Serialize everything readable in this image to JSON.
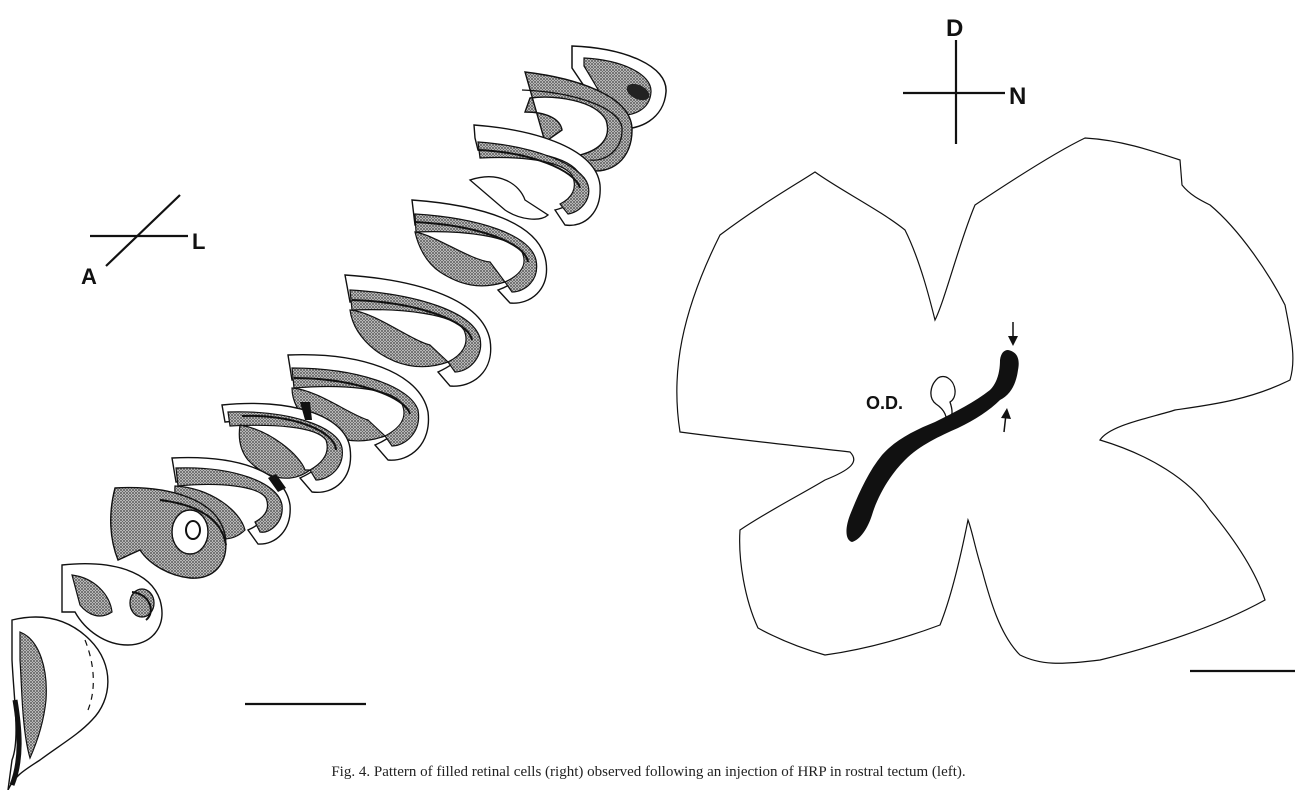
{
  "figure": {
    "left_panel": {
      "orientation": {
        "a_label": "A",
        "l_label": "L"
      }
    },
    "right_panel": {
      "orientation": {
        "d_label": "D",
        "n_label": "N"
      },
      "od_label": "O.D."
    },
    "caption": "Fig. 4.  Pattern of filled retinal cells (right) observed following an injection of HRP in rostral tectum (left)."
  },
  "colors": {
    "ink": "#111111",
    "stipple": "#7a7a7a",
    "label_region": "#111111"
  }
}
